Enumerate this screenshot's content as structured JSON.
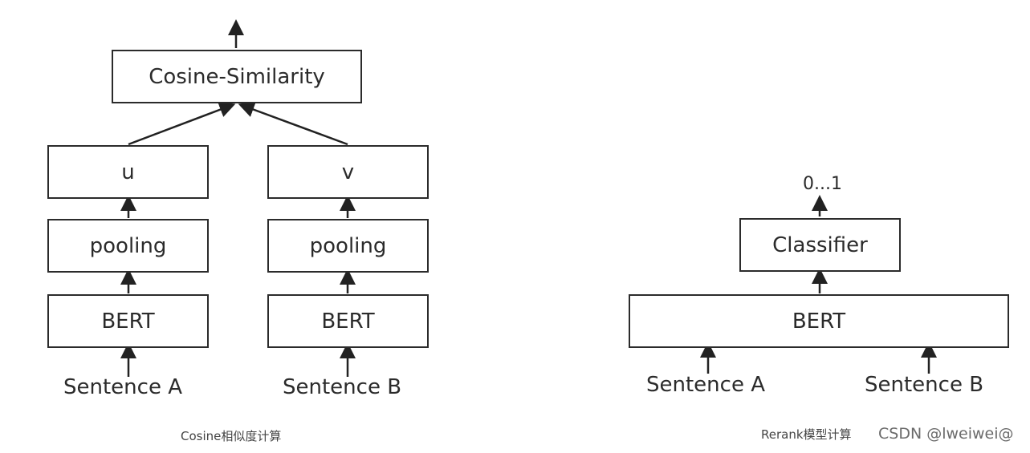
{
  "left": {
    "top_box": "Cosine-Similarity",
    "col_a": {
      "vector": "u",
      "pooling": "pooling",
      "encoder": "BERT",
      "input": "Sentence A"
    },
    "col_b": {
      "vector": "v",
      "pooling": "pooling",
      "encoder": "BERT",
      "input": "Sentence B"
    },
    "caption": "Cosine相似度计算"
  },
  "right": {
    "output": "0...1",
    "classifier": "Classifier",
    "encoder": "BERT",
    "input_a": "Sentence A",
    "input_b": "Sentence B",
    "caption": "Rerank模型计算"
  },
  "watermark": "CSDN @lweiwei@"
}
